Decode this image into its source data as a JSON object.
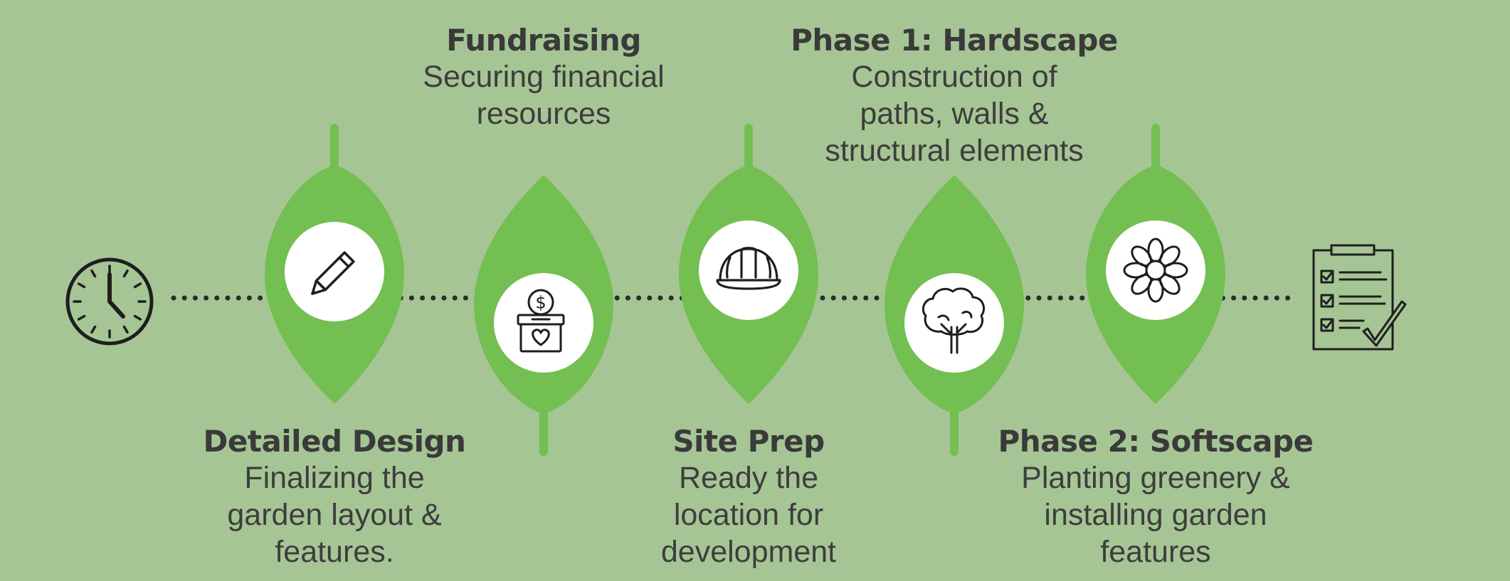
{
  "colors": {
    "background": "#a6c595",
    "leaf": "#73bf52",
    "circle": "#ffffff",
    "dots": "#2b2b2b",
    "icon": "#1e1e1e"
  },
  "start_icon": "clock-icon",
  "end_icon": "clipboard-checklist-icon",
  "steps": [
    {
      "title": "Detailed Design",
      "description": "Finalizing the\ngarden layout &\nfeatures.",
      "icon": "pencil-icon",
      "label_position": "bottom"
    },
    {
      "title": "Fundraising",
      "description": "Securing financial\nresources",
      "icon": "donation-box-icon",
      "label_position": "top"
    },
    {
      "title": "Site Prep",
      "description": "Ready the\nlocation for\ndevelopment",
      "icon": "hard-hat-icon",
      "label_position": "bottom"
    },
    {
      "title": "Phase 1: Hardscape",
      "description": "Construction of\npaths, walls &\nstructural elements",
      "icon": "tree-icon",
      "label_position": "top"
    },
    {
      "title": "Phase 2: Softscape",
      "description": "Planting greenery &\ninstalling garden\nfeatures",
      "icon": "flower-icon",
      "label_position": "bottom"
    }
  ]
}
